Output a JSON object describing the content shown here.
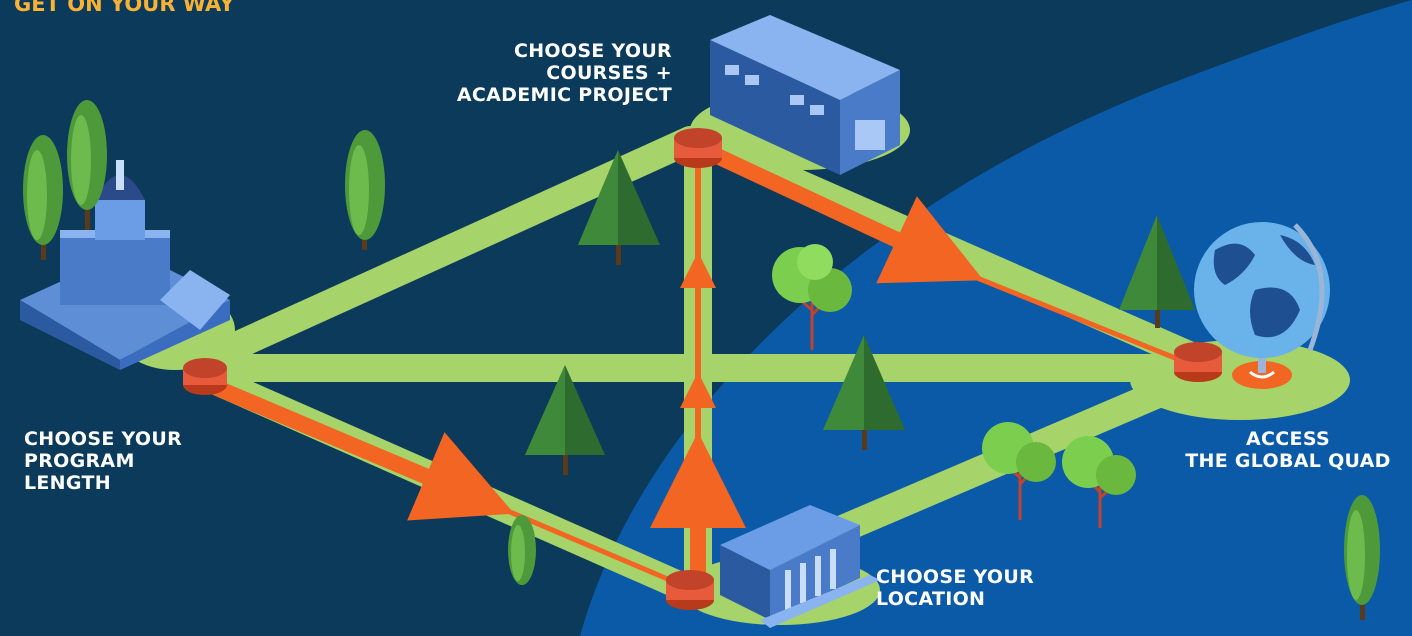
{
  "heading": "GET ON YOUR WAY",
  "steps": [
    {
      "id": "program-length",
      "lines": [
        "CHOOSE YOUR",
        "PROGRAM",
        "LENGTH"
      ]
    },
    {
      "id": "courses",
      "lines": [
        "CHOOSE YOUR",
        "COURSES +",
        "ACADEMIC PROJECT"
      ]
    },
    {
      "id": "location",
      "lines": [
        "CHOOSE YOUR",
        "LOCATION"
      ]
    },
    {
      "id": "global-quad",
      "lines": [
        "ACCESS",
        "THE GLOBAL QUAD"
      ]
    }
  ],
  "colors": {
    "background_dark": "#0b3a5a",
    "background_blue": "#0a5aa8",
    "path_green": "#a6d36a",
    "arrow_orange": "#f26522",
    "heading_gold": "#f9b233",
    "label_white": "#ffffff"
  },
  "icons": [
    "capitol-building-icon",
    "academic-building-icon",
    "bank-building-icon",
    "globe-icon",
    "tree-icon",
    "pine-tree-icon",
    "marker-button-icon"
  ]
}
